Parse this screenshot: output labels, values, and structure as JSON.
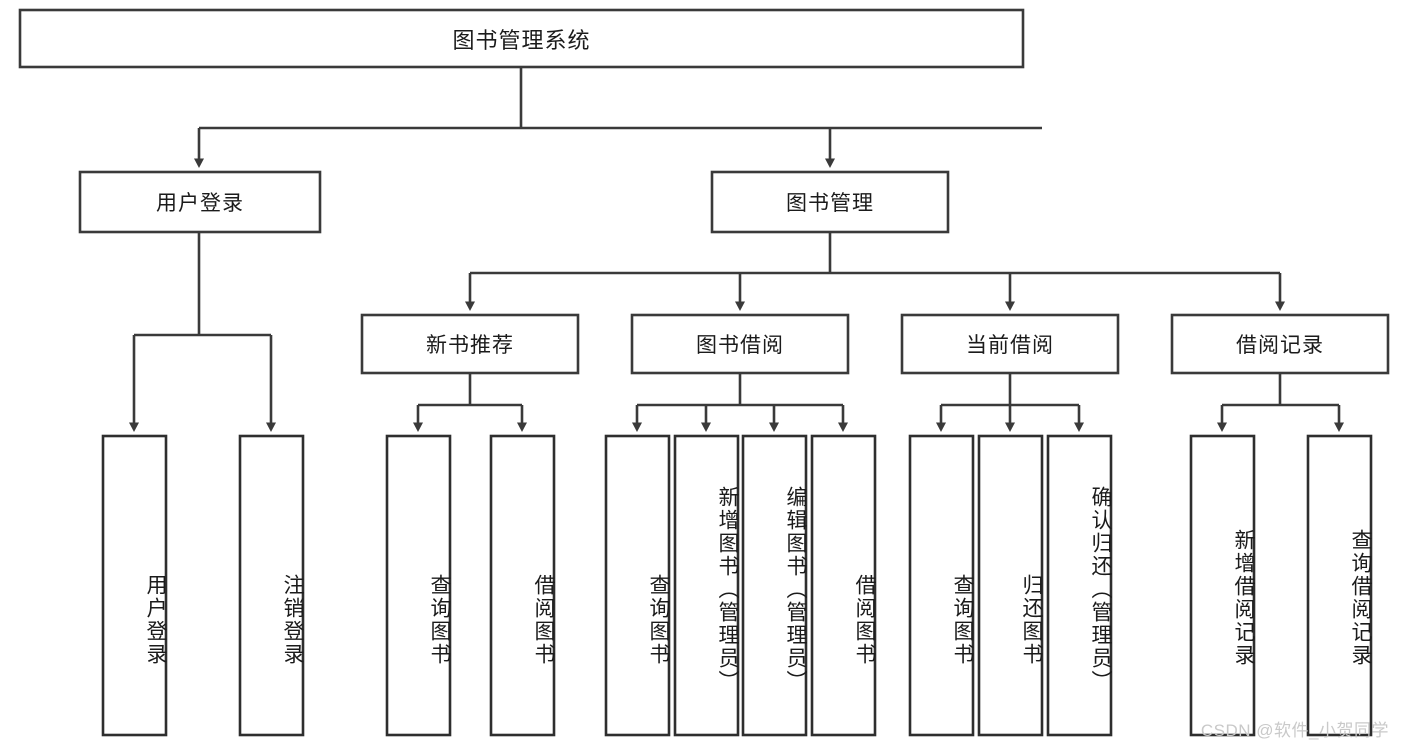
{
  "diagram": {
    "type": "tree-hierarchy",
    "title": "图书管理系统",
    "root": {
      "label": "图书管理系统"
    },
    "level1": [
      {
        "label": "用户登录"
      },
      {
        "label": "图书管理"
      }
    ],
    "level2": [
      {
        "label": "新书推荐"
      },
      {
        "label": "图书借阅"
      },
      {
        "label": "当前借阅"
      },
      {
        "label": "借阅记录"
      }
    ],
    "leaves": [
      {
        "label": "用户登录",
        "parent": "用户登录"
      },
      {
        "label": "注销登录",
        "parent": "用户登录"
      },
      {
        "label": "查询图书",
        "parent": "新书推荐"
      },
      {
        "label": "借阅图书",
        "parent": "新书推荐"
      },
      {
        "label": "查询图书",
        "parent": "图书借阅"
      },
      {
        "label": "新增图书（管理员）",
        "parent": "图书借阅"
      },
      {
        "label": "编辑图书（管理员）",
        "parent": "图书借阅"
      },
      {
        "label": "借阅图书",
        "parent": "图书借阅"
      },
      {
        "label": "查询图书",
        "parent": "当前借阅"
      },
      {
        "label": "归还图书",
        "parent": "当前借阅"
      },
      {
        "label": "确认归还（管理员）",
        "parent": "当前借阅"
      },
      {
        "label": "新增借阅记录",
        "parent": "借阅记录"
      },
      {
        "label": "查询借阅记录",
        "parent": "借阅记录"
      }
    ]
  },
  "watermark": {
    "text": "CSDN @软件_小贺同学"
  },
  "colors": {
    "stroke": "#3a3a3a",
    "box_fill": "#ffffff",
    "text": "#1b1b1b",
    "watermark": "#c9c9c9",
    "background": "#ffffff"
  }
}
